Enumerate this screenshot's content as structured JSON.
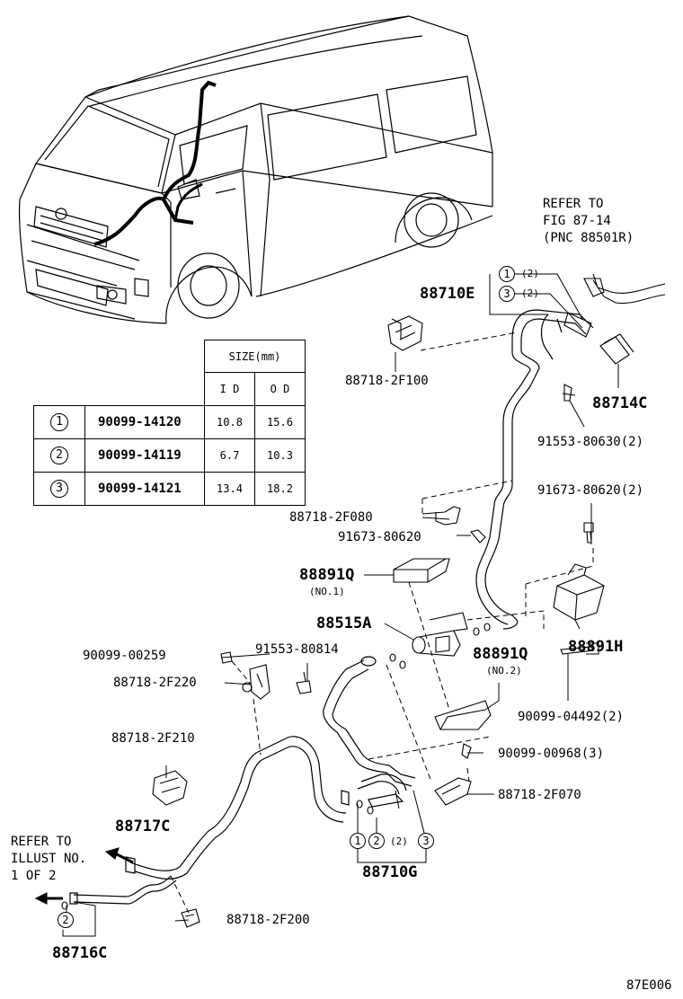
{
  "refer_top": [
    "REFER TO",
    "FIG 87-14",
    "(PNC 88501R)"
  ],
  "refer_left": [
    "REFER TO",
    "ILLUST NO.",
    "1 OF 2"
  ],
  "parts": {
    "p88710E": "88710E",
    "p88718_2F100": "88718-2F100",
    "p88714C": "88714C",
    "p91553_80630": "91553-80630(2)",
    "p91673_80620_2": "91673-80620(2)",
    "p88718_2F080": "88718-2F080",
    "p91673_80620": "91673-80620",
    "p88891Q_1": "88891Q",
    "no1": "(NO.1)",
    "p88515A": "88515A",
    "p88891H": "88891H",
    "p90099_00259": "90099-00259",
    "p91553_80814": "91553-80814",
    "p88891Q_2": "88891Q",
    "no2": "(NO.2)",
    "p88718_2F220": "88718-2F220",
    "p90099_04492": "90099-04492(2)",
    "p88718_2F210": "88718-2F210",
    "p90099_00968": "90099-00968(3)",
    "p88718_2F070": "88718-2F070",
    "p88717C": "88717C",
    "p88710G": "88710G",
    "p88718_2F200": "88718-2F200",
    "p88716C": "88716C"
  },
  "callouts": {
    "c1": "1",
    "c2": "2",
    "c3": "3",
    "qty2": "(2)"
  },
  "size_table": {
    "header": "SIZE(mm)",
    "col_id": "I D",
    "col_od": "O D",
    "rows": [
      {
        "no": "1",
        "part": "90099-14120",
        "id": "10.8",
        "od": "15.6"
      },
      {
        "no": "2",
        "part": "90099-14119",
        "id": "6.7",
        "od": "10.3"
      },
      {
        "no": "3",
        "part": "90099-14121",
        "id": "13.4",
        "od": "18.2"
      }
    ]
  },
  "figure_code": "87E006"
}
